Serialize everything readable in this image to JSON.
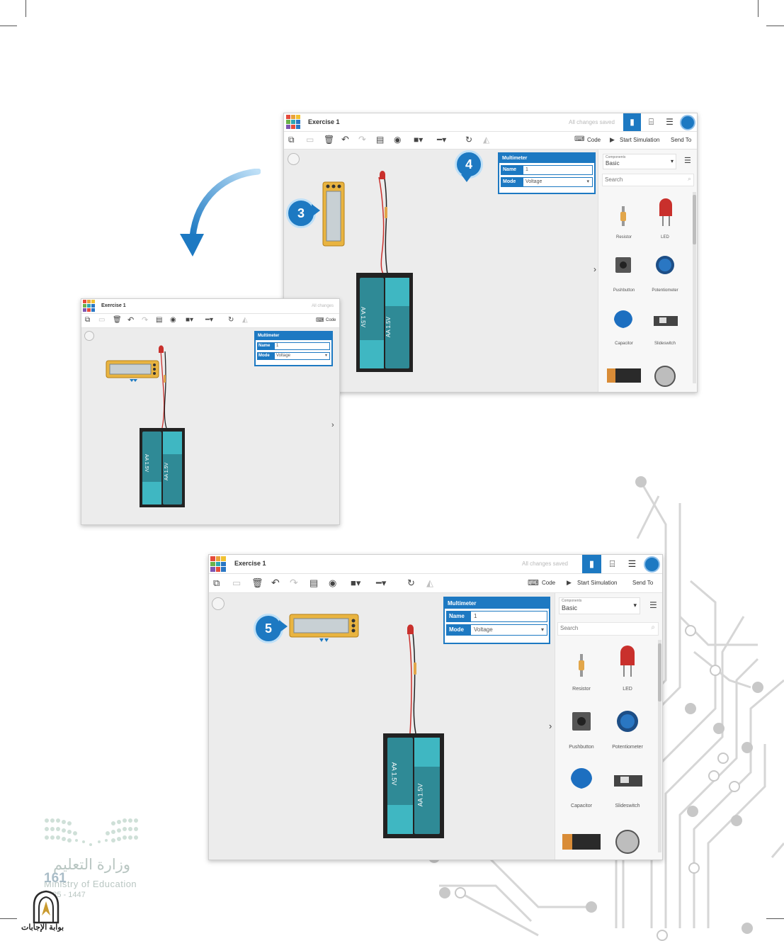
{
  "shot": {
    "title": "Exercise 1",
    "saved_status": "All changes saved",
    "saved_status_short": "All changes",
    "toolbar": {
      "code": "Code",
      "start_simulation": "Start Simulation",
      "send_to": "Send To"
    },
    "inspector": {
      "header": "Multimeter",
      "name_label": "Name",
      "name_value": "1",
      "mode_label": "Mode",
      "mode_value": "Voltage"
    },
    "components_panel": {
      "caption": "Components",
      "category": "Basic",
      "search_placeholder": "Search",
      "items": [
        "Resistor",
        "LED",
        "Pushbutton",
        "Potentiometer",
        "Capacitor",
        "Slideswitch"
      ]
    },
    "battery_label": "AA 1.5V"
  },
  "steps": [
    "3",
    "4",
    "5"
  ],
  "footer": {
    "page_number": "161",
    "ministry_ar": "وزارة التعليم",
    "ministry_en": "Ministry of Education",
    "year": "2025 - 1447",
    "watermark": "بوابة الإجابات"
  },
  "colors": {
    "accent": "#1d79c2",
    "battery": "#2f8a96",
    "multimeter": "#e9b440"
  }
}
